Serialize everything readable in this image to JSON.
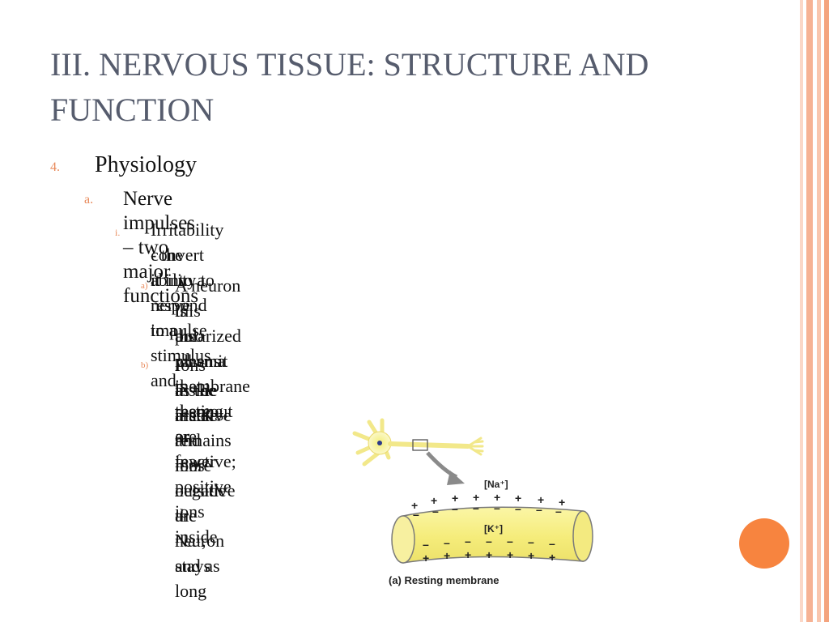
{
  "slide": {
    "title": "III. NERVOUS TISSUE: STRUCTURE AND FUNCTION",
    "colors": {
      "title": "#565c6d",
      "marker": "#e8895a",
      "accent_orb": "#f7843f",
      "stripes": [
        "#fbd7c7",
        "#f6b294",
        "#f9c6ae",
        "#f4a47e"
      ]
    }
  },
  "outline": {
    "item_4": {
      "marker": "4.",
      "text": "Physiology"
    },
    "item_a": {
      "marker": "a.",
      "text": "Nerve impulses – two major functions"
    },
    "item_i": {
      "marker": "i.",
      "line1": "Irritability  - the ability to respond to a stimulus and",
      "line2": "convert it into a nerve impulse"
    },
    "item_a2": {
      "marker": "a)",
      "line1": "A neuron is polarized when it is resting, or inactive;",
      "line2": "this also means that there are fewer positive ions inside",
      "line3": "the plasma membrane than out"
    },
    "item_b": {
      "marker": "b)",
      "part1": "Ions inside are K",
      "sup1": "+",
      "part2": " and ions outside are Na",
      "sup2": "+",
      "part3": ", and as long",
      "line2": "as the inside remains more negative the neuron stays",
      "line3": "inactive"
    }
  },
  "figure": {
    "outside_label": "[Na⁺]",
    "inside_label": "[K⁺]",
    "plus_sign": "+",
    "minus_sign": "–",
    "caption": "(a) Resting membrane"
  }
}
